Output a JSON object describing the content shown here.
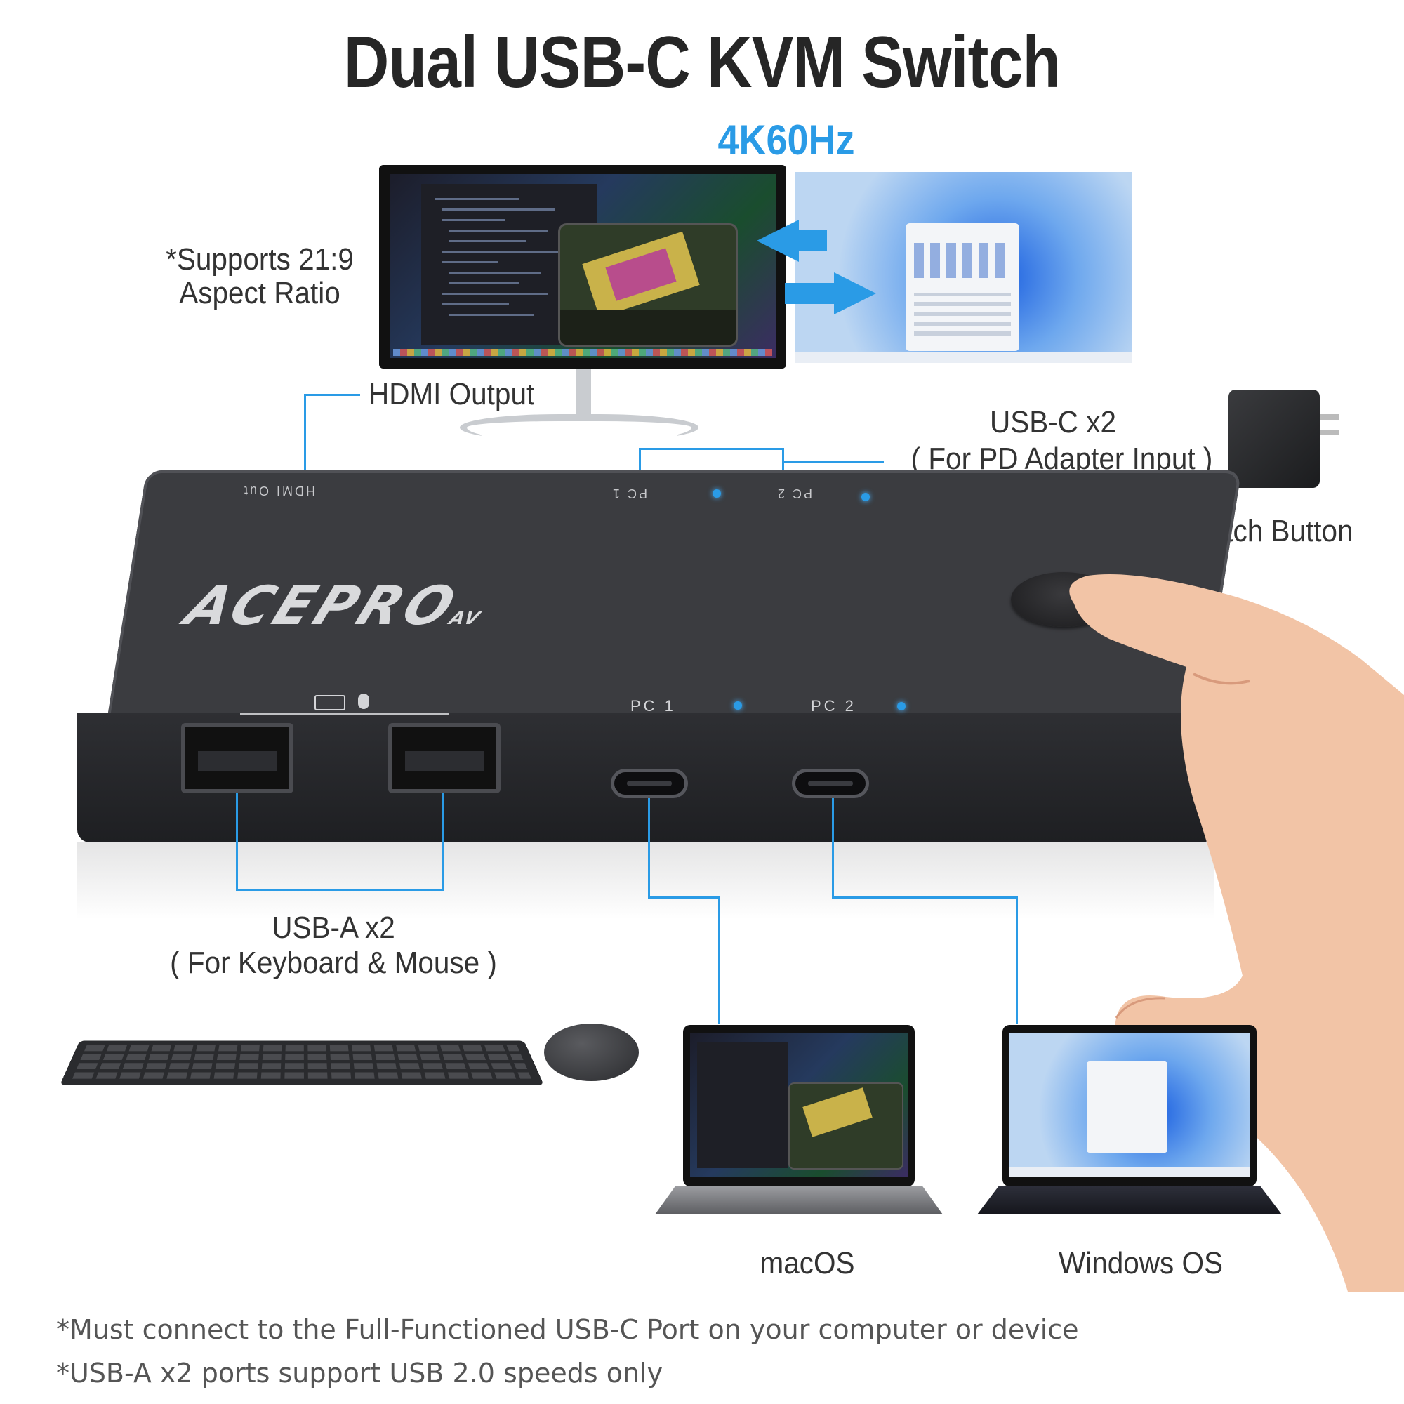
{
  "header": {
    "title": "Dual USB-C KVM Switch",
    "subtitle": "4K60Hz"
  },
  "callouts": {
    "aspect_ratio_line1": "*Supports 21:9",
    "aspect_ratio_line2": "Aspect Ratio",
    "hdmi_output": "HDMI Output",
    "usbc_line1": "USB-C x2",
    "usbc_line2": "( For PD Adapter Input )",
    "switch_button": "Switch Button",
    "usba_line1": "USB-A x2",
    "usba_line2": "( For Keyboard & Mouse )"
  },
  "device": {
    "brand": "ACEPRO",
    "brand_suffix": "AV",
    "silk_hdmi": "HDMI Out",
    "silk_pd1": "PC 1",
    "silk_pd2": "PC 2",
    "silk_front_pc1": "PC 1",
    "silk_front_pc2": "PC 2",
    "accent_color": "#2a9be6"
  },
  "computers": {
    "mac_label": "macOS",
    "windows_label": "Windows OS"
  },
  "notes": {
    "note1": "*Must connect to the Full-Functioned USB-C Port on your computer or device",
    "note2": "*USB-A x2 ports support USB 2.0 speeds only"
  }
}
